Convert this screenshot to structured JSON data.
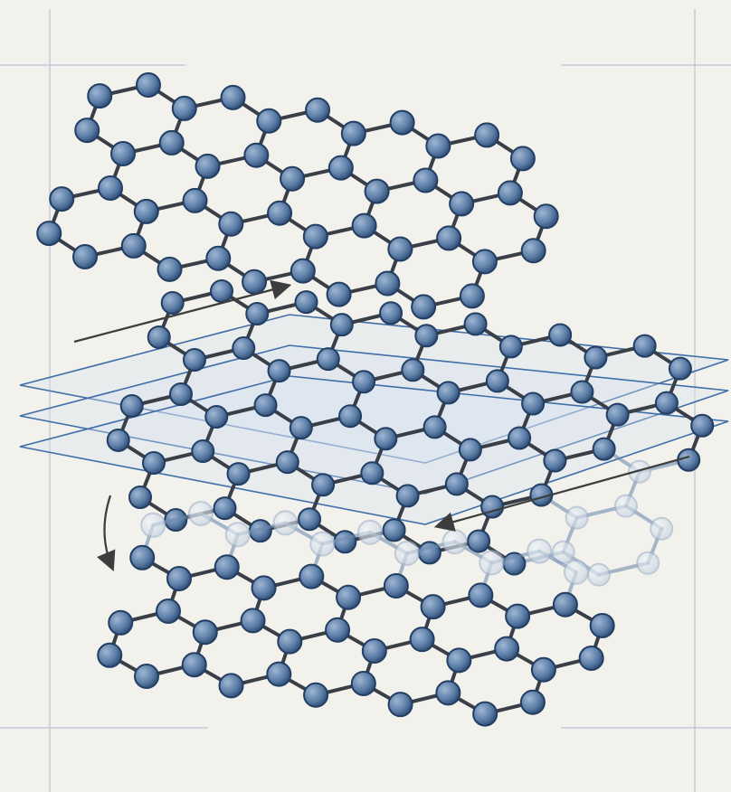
{
  "colors": {
    "background": "#f2f1ec",
    "frame_line": "#aab8cc",
    "bond": "#3a3f47",
    "bond_faded": "#6d8aae",
    "atom_fill": "#5d7fa8",
    "atom_stroke": "#233e63",
    "atom_faded_fill": "#d7e0ea",
    "atom_faded_stroke": "#a3b6cc",
    "sheet_fill": "#d6e2f0",
    "sheet_stroke": "#3f6ea8",
    "arrow": "#3d3d3d"
  },
  "layers": [
    {
      "name": "top-graphene-layer",
      "faded_side": "none"
    },
    {
      "name": "middle-graphene-stack",
      "faded_side": "right",
      "substrate_sheets": 3
    },
    {
      "name": "bottom-graphene-layer",
      "faded_side": "top"
    }
  ],
  "arrows": [
    {
      "name": "arrow-exfoliate-up"
    },
    {
      "name": "arrow-restack-left"
    },
    {
      "name": "arrow-curve-down"
    }
  ]
}
